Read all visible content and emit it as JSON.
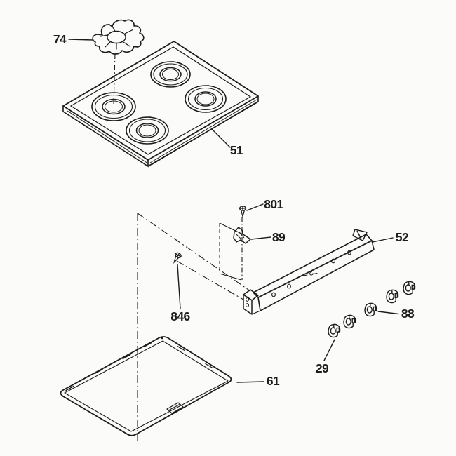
{
  "diagram": {
    "colors": {
      "ink": "#1c1c1c",
      "paper": "#fbfbf9"
    },
    "callouts": {
      "grate": {
        "label": "74"
      },
      "main_top": {
        "label": "51"
      },
      "screw_top": {
        "label": "801"
      },
      "bracket": {
        "label": "89"
      },
      "manifold_panel": {
        "label": "52"
      },
      "screw_mid": {
        "label": "846"
      },
      "knob_group": {
        "label": "88"
      },
      "knob_front": {
        "label": "29"
      },
      "bottom_panel": {
        "label": "61"
      }
    }
  }
}
